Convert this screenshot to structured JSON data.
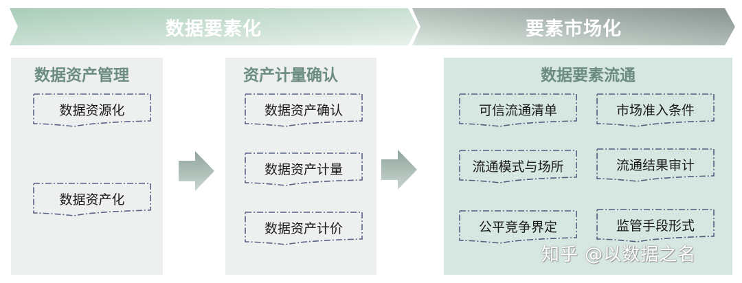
{
  "banners": {
    "left": {
      "label": "数据要素化",
      "gradient_from": "#a9cdb9",
      "gradient_to": "#e6efea"
    },
    "right": {
      "label": "要素市场化",
      "gradient_from": "#d6e2dc",
      "gradient_to": "#8e9a95"
    }
  },
  "panels": [
    {
      "title": "数据资产管理",
      "items": [
        "数据资源化",
        "数据资产化"
      ]
    },
    {
      "title": "资产计量确认",
      "items": [
        "数据资产确认",
        "数据资产计量",
        "数据资产计价"
      ]
    },
    {
      "title": "数据要素流通",
      "items": [
        "可信流通清单",
        "市场准入条件",
        "流通模式与场所",
        "流通结果审计",
        "公平竞争界定",
        "监管手段形式"
      ]
    }
  ],
  "arrows": [
    "arrow-right",
    "arrow-right"
  ],
  "colors": {
    "panel_bg": "#edf0ef",
    "panel_bg_highlight": "#d6e6e1",
    "panel_title": "#6b8c7f",
    "dash_border": "#5a5f86",
    "arrow_from": "#8fa59c",
    "arrow_to": "#c9d6d0"
  },
  "watermark": "知乎 @以数据之名"
}
